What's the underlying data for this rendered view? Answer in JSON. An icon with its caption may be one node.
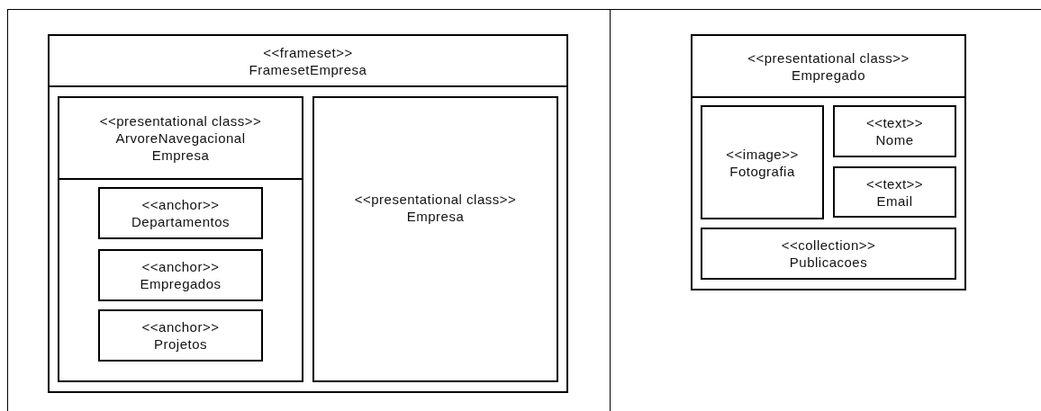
{
  "diagram": {
    "nodes": [
      {
        "text": [
          "<<frameset>>",
          "FramesetEmpresa"
        ]
      },
      {
        "text": [
          "<<presentational class>>",
          "ArvoreNavegacional Empresa"
        ],
        "in": 0
      },
      {
        "text": [
          "<<anchor>>",
          "Departamentos"
        ],
        "in": 1
      },
      {
        "text": [
          "<<anchor>>",
          "Empregados"
        ],
        "in": 1
      },
      {
        "text": [
          "<<anchor>>",
          "Projetos"
        ],
        "in": 1
      },
      {
        "text": [
          "<<presentational class>>",
          "Empresa"
        ],
        "in": 0
      },
      {
        "text": [
          "<<presentational class>>",
          "Empregado"
        ]
      },
      {
        "text": [
          "<<image>>",
          "Fotografia"
        ],
        "in": 6
      },
      {
        "text": [
          "<<text>>",
          "Nome"
        ],
        "in": 6
      },
      {
        "text": [
          "<<text>>",
          "Email"
        ],
        "in": 6
      },
      {
        "text": [
          "<<collection>>",
          "Publicacoes"
        ],
        "in": 6
      }
    ]
  }
}
